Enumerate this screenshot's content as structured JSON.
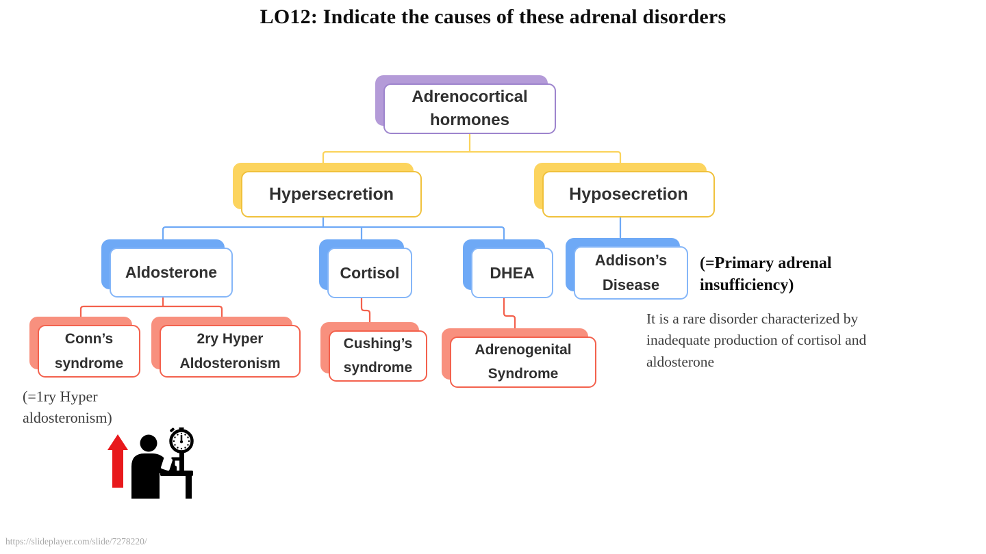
{
  "page": {
    "title": "LO12: Indicate the causes of these adrenal disorders",
    "source_url": "https://slideplayer.com/slide/7278220/"
  },
  "diagram": {
    "nodes": {
      "adrenocortical": {
        "label": "Adrenocortical\nhormones",
        "color": "purple",
        "children": [
          "hypersecretion",
          "hyposecretion"
        ]
      },
      "hypersecretion": {
        "label": "Hypersecretion",
        "color": "yellow",
        "children": [
          "aldosterone",
          "cortisol",
          "dhea"
        ]
      },
      "hyposecretion": {
        "label": "Hyposecretion",
        "color": "yellow",
        "children": [
          "addisons"
        ]
      },
      "aldosterone": {
        "label": "Aldosterone",
        "color": "blue",
        "children": [
          "conns",
          "secondary_hyperaldosteronism"
        ]
      },
      "cortisol": {
        "label": "Cortisol",
        "color": "blue",
        "children": [
          "cushings"
        ]
      },
      "dhea": {
        "label": "DHEA",
        "color": "blue",
        "children": [
          "adrenogenital"
        ]
      },
      "addisons": {
        "label": "Addison’s\nDisease",
        "color": "blue",
        "children": []
      },
      "conns": {
        "label": "Conn’s\nsyndrome",
        "color": "red",
        "children": []
      },
      "secondary_hyperaldosteronism": {
        "label": "2ry Hyper\nAldosteronism",
        "color": "red",
        "children": []
      },
      "cushings": {
        "label": "Cushing’s\nsyndrome",
        "color": "red",
        "children": []
      },
      "adrenogenital": {
        "label": "Adrenogenital\nSyndrome",
        "color": "red",
        "children": []
      }
    }
  },
  "annotations": {
    "primary_adrenal": "(=Primary adrenal\ninsufficiency)",
    "addison_description": "It is a rare disorder characterized by\ninadequate production of cortisol and\naldosterone",
    "hyperaldosteronism": "(=1ry Hyper\naldosteronism)"
  },
  "icons": {
    "increase_arrow": "red-up-arrow",
    "blood_pressure": "person-blood-pressure-gauge"
  },
  "colors": {
    "purple_fill": "#b49bd8",
    "purple_border": "#9d84cd",
    "yellow_fill": "#fcd45e",
    "yellow_border": "#f0c13c",
    "blue_fill": "#6ea9f6",
    "blue_border": "#85b6f8",
    "red_fill": "#f8907e",
    "red_border": "#f3614d",
    "connector_yellow": "#fbd35c",
    "connector_blue": "#6ea9f6",
    "connector_red": "#f3614d",
    "arrow_red": "#e8191c",
    "icon_black": "#000000",
    "title_color": "#0d0d0d",
    "text_dark": "#303030",
    "body_text": "#3d3d3d",
    "url_gray": "#a8a8a8"
  }
}
